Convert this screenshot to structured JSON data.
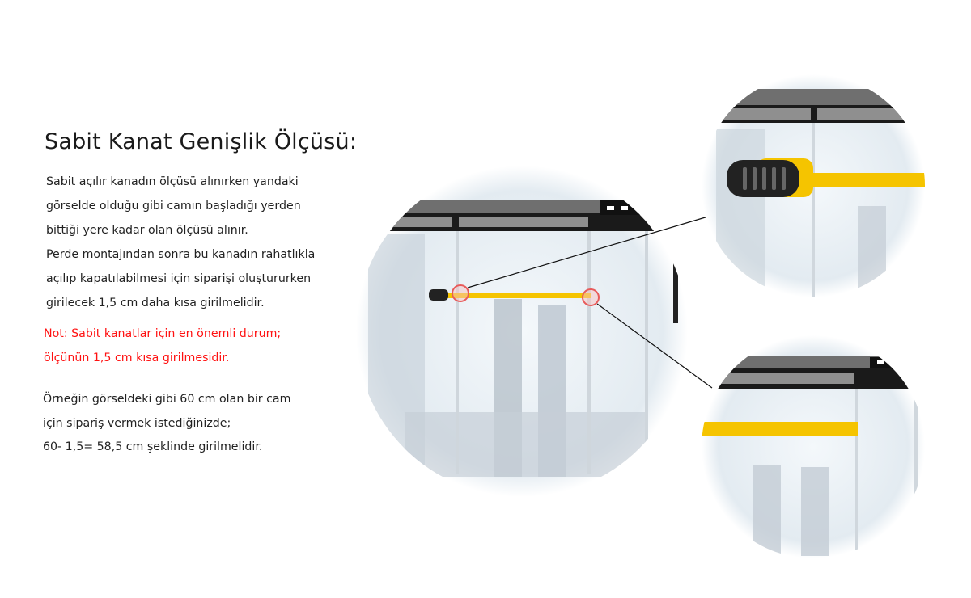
{
  "title": "Sabit Kanat Genişlik Ölçüsü:",
  "paragraph": [
    "Sabit açılır kanadın ölçüsü alınırken yandaki",
    "görselde olduğu gibi camın başladığı yerden",
    "bittiği yere kadar olan ölçüsü alınır.",
    "Perde montajından sonra bu kanadın rahatlıkla",
    "açılıp kapatılabilmesi için siparişi oluştururken",
    "girilecek 1,5 cm daha kısa girilmelidir."
  ],
  "note": [
    "Not: Sabit kanatlar için en önemli durum;",
    "ölçünün 1,5 cm kısa girilmesidir."
  ],
  "example": [
    "Örneğin görseldeki gibi 60 cm olan bir cam",
    "için sipariş vermek istediğinizde;",
    "60- 1,5= 58,5 cm şeklinde girilmelidir."
  ],
  "colors": {
    "note": "#ff1111",
    "tape": "#f5c400",
    "marker": "#e85a5a"
  }
}
